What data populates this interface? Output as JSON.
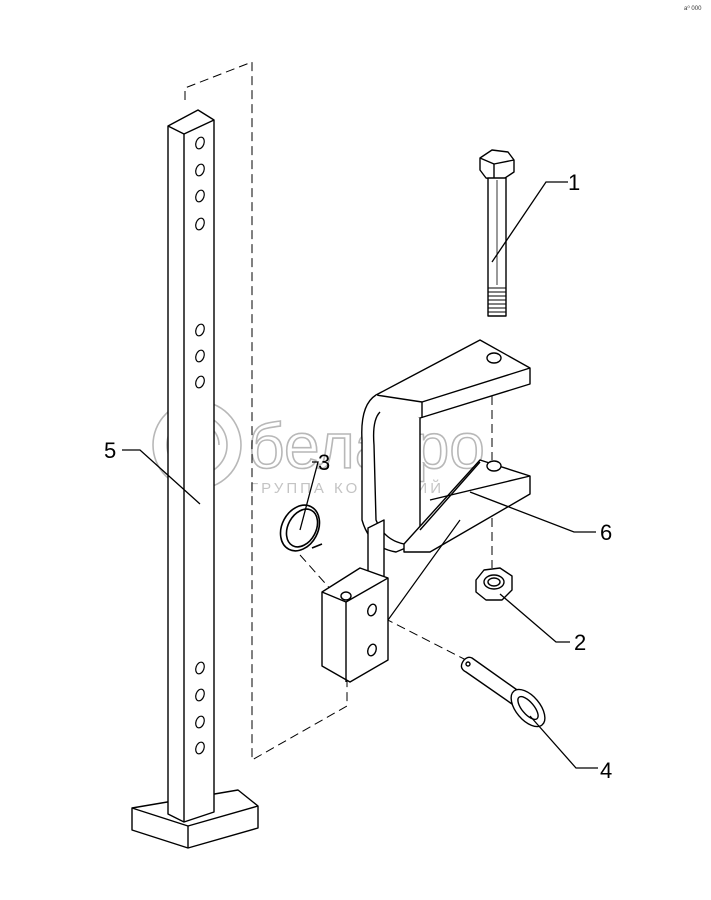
{
  "parts": [
    {
      "number": "1",
      "name": "bolt"
    },
    {
      "number": "2",
      "name": "nut"
    },
    {
      "number": "3",
      "name": "spring-clip"
    },
    {
      "number": "4",
      "name": "pin"
    },
    {
      "number": "5",
      "name": "post"
    },
    {
      "number": "6",
      "name": "bracket"
    }
  ],
  "watermark": {
    "brand": "белагро",
    "subtitle": "ГРУППА КОМПАНИЙ"
  },
  "corner_mark": "a⁰ 000",
  "colors": {
    "line": "#000000",
    "watermark": "#b8b8b8",
    "background": "#ffffff"
  }
}
